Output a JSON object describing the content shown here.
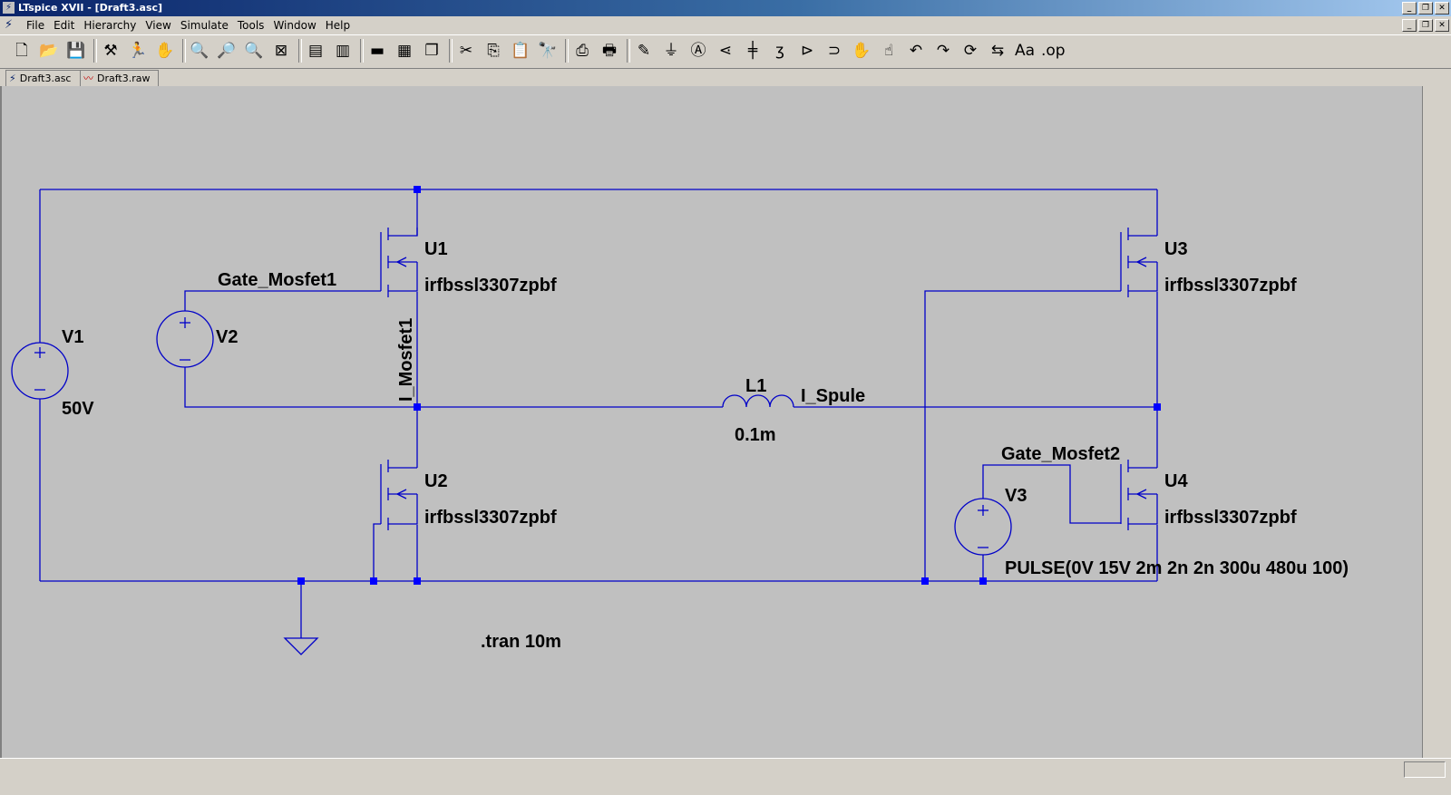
{
  "window": {
    "title": "LTspice XVII - [Draft3.asc]",
    "buttons": {
      "minimize": "_",
      "restore": "❐",
      "close": "✕"
    }
  },
  "menu": [
    "File",
    "Edit",
    "Hierarchy",
    "View",
    "Simulate",
    "Tools",
    "Window",
    "Help"
  ],
  "toolbar": {
    "icons": [
      "new-schematic",
      "open",
      "save",
      "control-panel",
      "run",
      "halt",
      "zoom-in",
      "pan",
      "zoom-out",
      "zoom-fit",
      "autorange",
      "plot-settings",
      "tile-horizontal",
      "tile-vertical",
      "cascade",
      "cut",
      "copy",
      "paste",
      "find",
      "print-preview",
      "print",
      "draw-wire",
      "ground",
      "label-net",
      "resistor",
      "capacitor",
      "inductor",
      "diode",
      "component",
      "move",
      "drag",
      "undo",
      "redo",
      "rotate",
      "mirror",
      "text",
      "spice-directive"
    ],
    "glyphs": {
      "new-schematic": "🗋",
      "open": "📂",
      "save": "💾",
      "control-panel": "⚒",
      "run": "🏃",
      "halt": "✋",
      "zoom-in": "🔍",
      "pan": "🔎",
      "zoom-out": "🔍",
      "zoom-fit": "⊠",
      "autorange": "▤",
      "plot-settings": "▥",
      "tile-horizontal": "▬",
      "tile-vertical": "▦",
      "cascade": "❐",
      "cut": "✂",
      "copy": "⎘",
      "paste": "📋",
      "find": "🔭",
      "print-preview": "⎙",
      "print": "🖶",
      "draw-wire": "✎",
      "ground": "⏚",
      "label-net": "Ⓐ",
      "resistor": "⋖",
      "capacitor": "╪",
      "inductor": "ʒ",
      "diode": "⊳",
      "component": "⊃",
      "move": "✋",
      "drag": "☝",
      "undo": "↶",
      "redo": "↷",
      "rotate": "⟳",
      "mirror": "⇆",
      "text": "Aa",
      "spice-directive": ".op"
    }
  },
  "tabs": [
    {
      "label": "Draft3.asc",
      "icon": "schematic-icon",
      "glyph": "⚡"
    },
    {
      "label": "Draft3.raw",
      "icon": "waveform-icon",
      "glyph": "〰"
    }
  ],
  "schematic": {
    "colors": {
      "wire": "#0000c8",
      "junction": "#0000ff",
      "background": "#c0c0c0",
      "text": "#000000"
    },
    "components": [
      {
        "ref": "V1",
        "value": "50V"
      },
      {
        "ref": "V2",
        "value": ""
      },
      {
        "ref": "V3",
        "value": "PULSE(0V 15V 2m 2n 2n 300u 480u 100)"
      },
      {
        "ref": "L1",
        "value": "0.1m"
      },
      {
        "ref": "U1",
        "value": "irfbssl3307zpbf"
      },
      {
        "ref": "U2",
        "value": "irfbssl3307zpbf"
      },
      {
        "ref": "U3",
        "value": "irfbssl3307zpbf"
      },
      {
        "ref": "U4",
        "value": "irfbssl3307zpbf"
      }
    ],
    "net_labels": [
      "Gate_Mosfet1",
      "Gate_Mosfet2",
      "I_Mosfet1",
      "I_Spule"
    ],
    "directive": ".tran 10m"
  }
}
